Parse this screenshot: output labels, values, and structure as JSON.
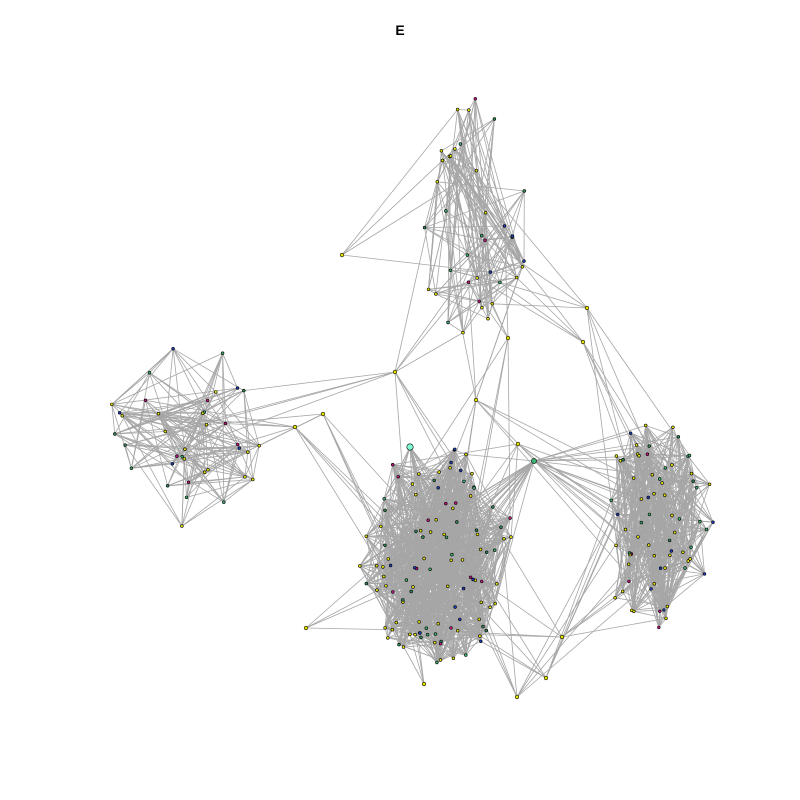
{
  "title": "E",
  "colors": {
    "edge": "#a6a6a6",
    "node_stroke": "#000000",
    "node_default": "#e6e600",
    "node_accent": "#3cb371",
    "node_highlight": "#7fffd4",
    "node_magenta": "#c71585",
    "node_blue": "#1f3fbf",
    "node_green": "#2e8b57"
  },
  "graph": {
    "type": "network",
    "clusters": [
      {
        "name": "top",
        "seed": 11
      },
      {
        "name": "left",
        "seed": 23
      },
      {
        "name": "center",
        "seed": 37
      },
      {
        "name": "right",
        "seed": 53
      }
    ],
    "hubs": [
      "green-hub",
      "teal-node"
    ]
  }
}
